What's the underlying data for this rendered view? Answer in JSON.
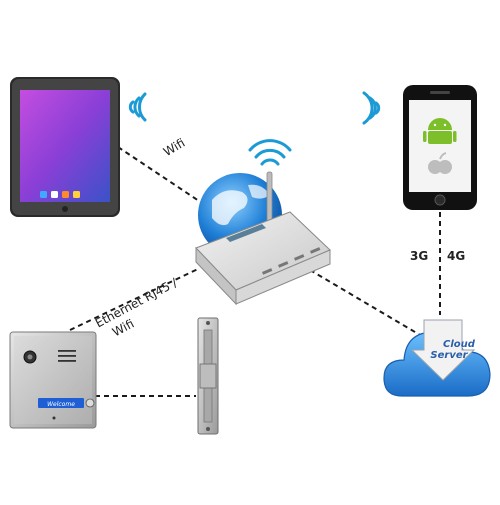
{
  "links": {
    "wifi_label": "Wifi",
    "ethernet_label_line1": "Ethernet RJ45 /",
    "ethernet_label_line2": "Wifi",
    "mobile_3g_label": "3G",
    "mobile_4g_label": "4G"
  },
  "cloud": {
    "line1": "Cloud",
    "line2": "Server"
  },
  "door_station": {
    "plate_text": "Welcome"
  },
  "colors": {
    "link_line": "#1a1a1a",
    "wifi_signal": "#1b9ad6",
    "cloud": "#2c84d8",
    "tablet_screen": "#8d3fd6",
    "android": "#7cbf2a"
  },
  "icons": {
    "tablet": "tablet-icon",
    "phone": "smartphone-icon",
    "router": "wireless-router-icon",
    "globe": "globe-icon",
    "cloud": "cloud-server-icon",
    "door_station": "door-intercom-icon",
    "lock": "electric-door-lock-icon"
  }
}
